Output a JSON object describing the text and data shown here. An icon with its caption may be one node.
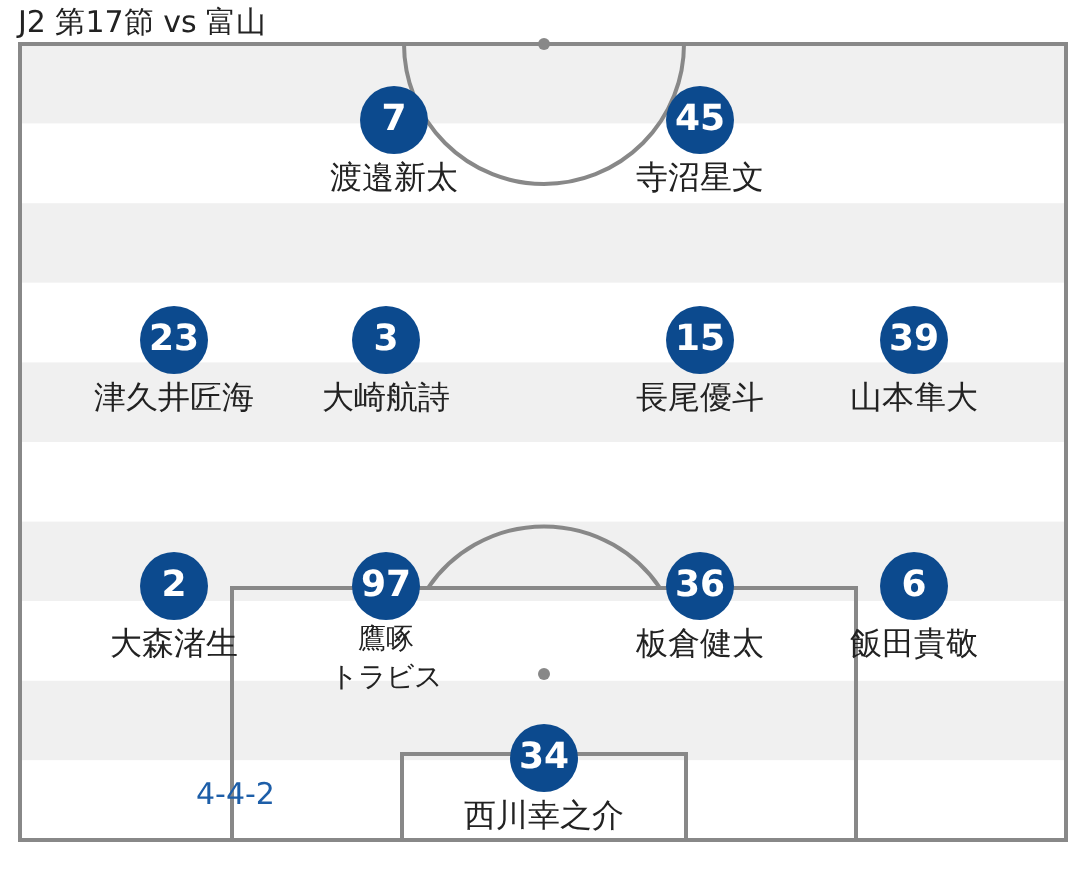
{
  "diagram": {
    "title": "J2 第17節 vs 富山",
    "nodes": [
      {
        "text": [
          "7",
          "渡邉新太"
        ]
      },
      {
        "text": [
          "45",
          "寺沼星文"
        ]
      },
      {
        "text": [
          "23",
          "津久井匠海"
        ]
      },
      {
        "text": [
          "3",
          "大崎航詩"
        ]
      },
      {
        "text": [
          "15",
          "長尾優斗"
        ]
      },
      {
        "text": [
          "39",
          "山本隼大"
        ]
      },
      {
        "text": [
          "2",
          "大森渚生"
        ]
      },
      {
        "text": [
          "97",
          "鷹啄",
          "トラビス"
        ]
      },
      {
        "text": [
          "36",
          "板倉健太"
        ]
      },
      {
        "text": [
          "6",
          "飯田貴敬"
        ]
      },
      {
        "text": [
          "34",
          "西川幸之介"
        ]
      }
    ],
    "labels": [
      "4-4-2"
    ]
  }
}
